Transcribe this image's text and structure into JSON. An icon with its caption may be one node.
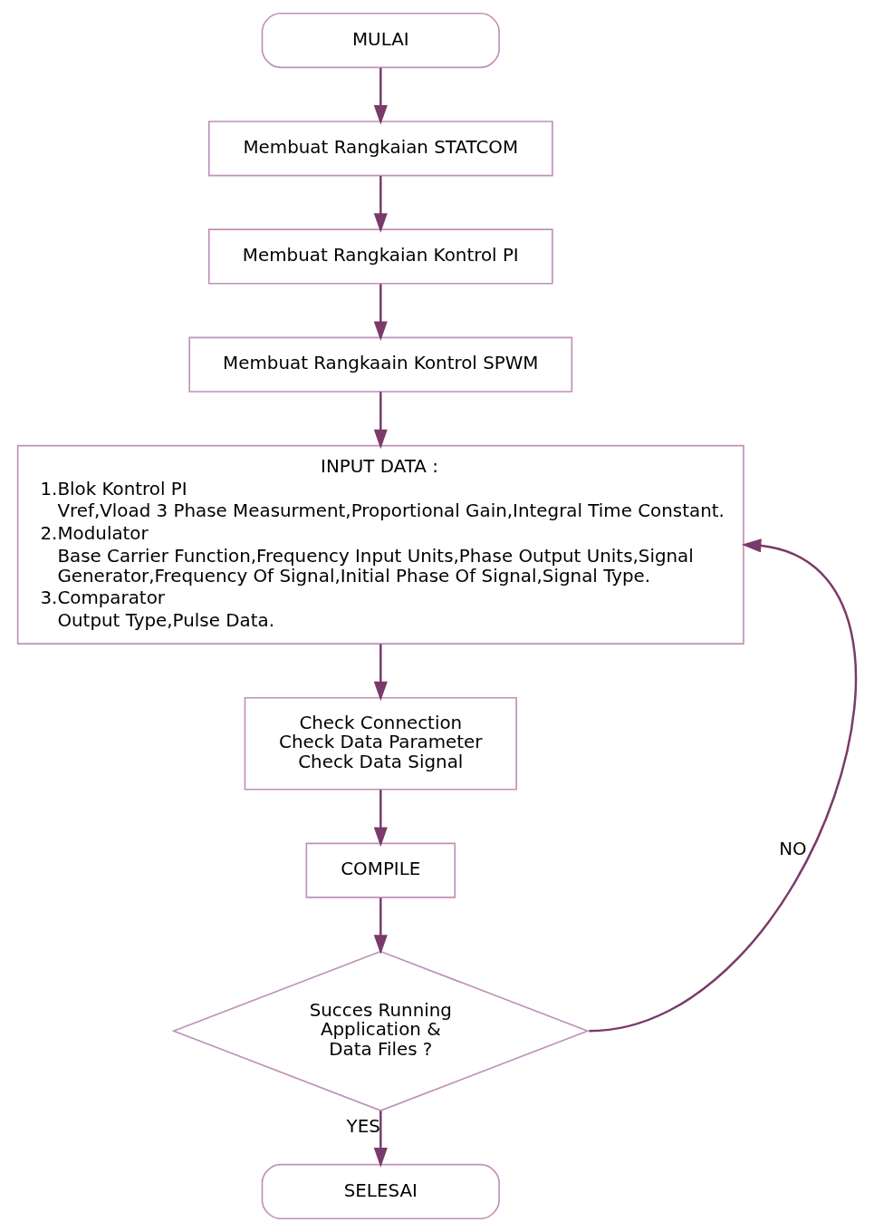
{
  "diagram": {
    "nodes": [
      {
        "text": [
          "MULAI"
        ]
      },
      {
        "text": [
          "Membuat Rangkaian STATCOM"
        ]
      },
      {
        "text": [
          "Membuat Rangkaian Kontrol PI"
        ]
      },
      {
        "text": [
          "Membuat Rangkaain Kontrol SPWM"
        ]
      },
      {
        "text": [
          "INPUT DATA :",
          "1.Blok Kontrol PI",
          "Vref,Vload 3 Phase Measurment,Proportional Gain,Integral Time Constant.",
          "2.Modulator",
          "Base Carrier Function,Frequency Input Units,Phase Output Units,Signal Generator,Frequency Of Signal,Initial Phase Of Signal,Signal Type.",
          "3.Comparator",
          "Output Type,Pulse Data."
        ]
      },
      {
        "text": [
          "Check Connection",
          "Check Data Parameter",
          "Check Data Signal"
        ]
      },
      {
        "text": [
          "COMPILE"
        ]
      },
      {
        "text": [
          "Succes Running Application & Data Files ?"
        ]
      },
      {
        "text": [
          "SELESAI"
        ]
      }
    ],
    "edges": [
      {
        "from": 0,
        "to": 1,
        "arrow": "to"
      },
      {
        "from": 1,
        "to": 2,
        "arrow": "to"
      },
      {
        "from": 2,
        "to": 3,
        "arrow": "to"
      },
      {
        "from": 3,
        "to": 4,
        "arrow": "to"
      },
      {
        "from": 4,
        "to": 5,
        "arrow": "to"
      },
      {
        "from": 5,
        "to": 6,
        "arrow": "to"
      },
      {
        "from": 6,
        "to": 7,
        "arrow": "to"
      },
      {
        "from": 7,
        "to": 4,
        "arrow": "to",
        "label": "NO"
      },
      {
        "from": 7,
        "to": 8,
        "arrow": "to",
        "label": "YES"
      }
    ]
  }
}
